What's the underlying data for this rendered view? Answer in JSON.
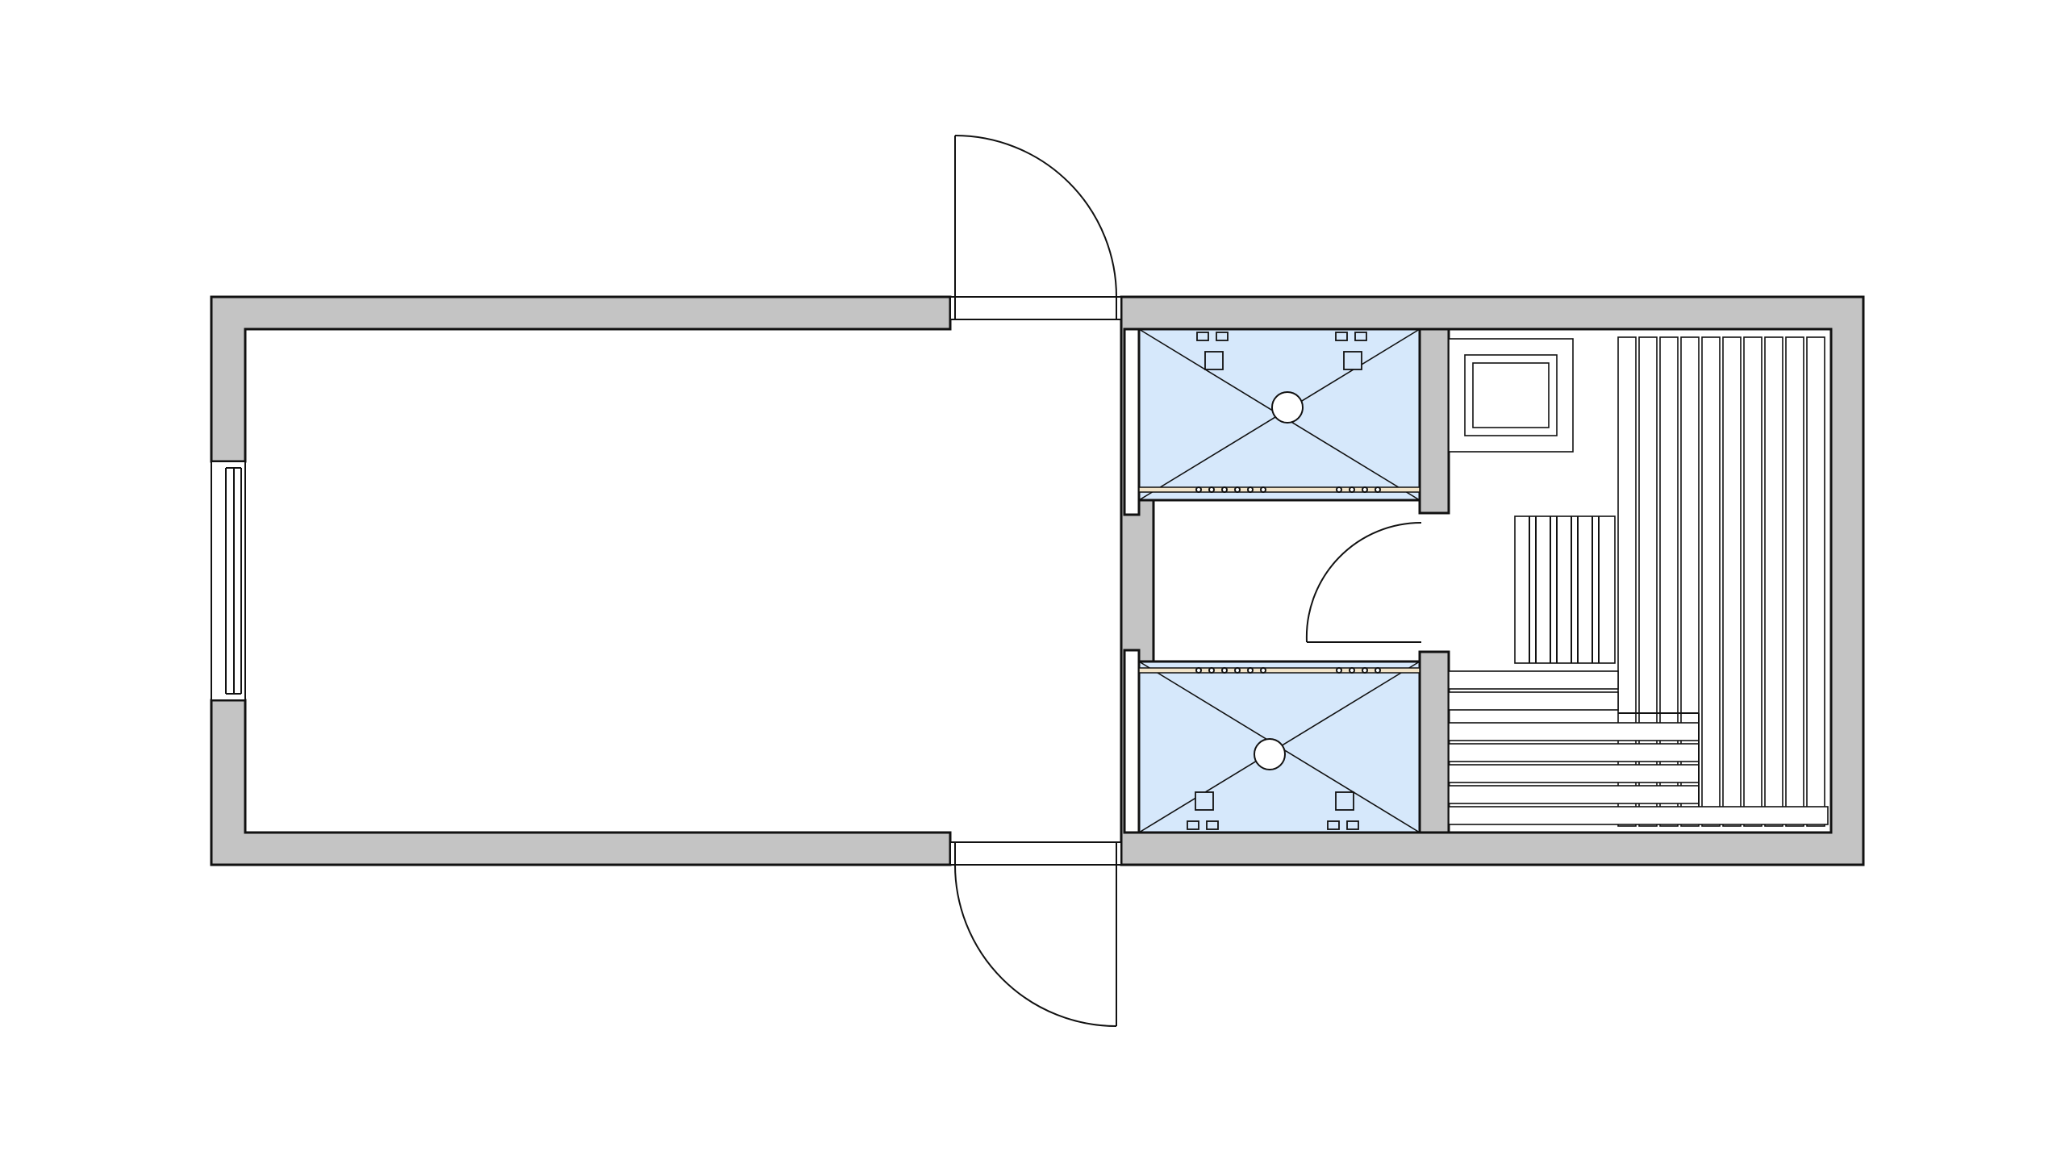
{
  "drawing": {
    "kind": "floor-plan",
    "labels": [],
    "rooms": [
      {
        "id": "changing-room",
        "fill": "#ffffff"
      },
      {
        "id": "shower-room-top",
        "fill": "#d6e8fb"
      },
      {
        "id": "shower-room-bottom",
        "fill": "#d6e8fb"
      },
      {
        "id": "sauna-room",
        "fill": "#ffffff"
      }
    ],
    "colors": {
      "wall_fill": "#c4c4c4",
      "line": "#111111",
      "shower_fill": "#d6e8fb",
      "rail_fill": "#f2e4c9"
    },
    "counts": {
      "exterior_doors": 2,
      "interior_doors": 1,
      "windows": 1,
      "shower_heads_per_room": 2,
      "sauna_bench_slats": 10
    }
  }
}
